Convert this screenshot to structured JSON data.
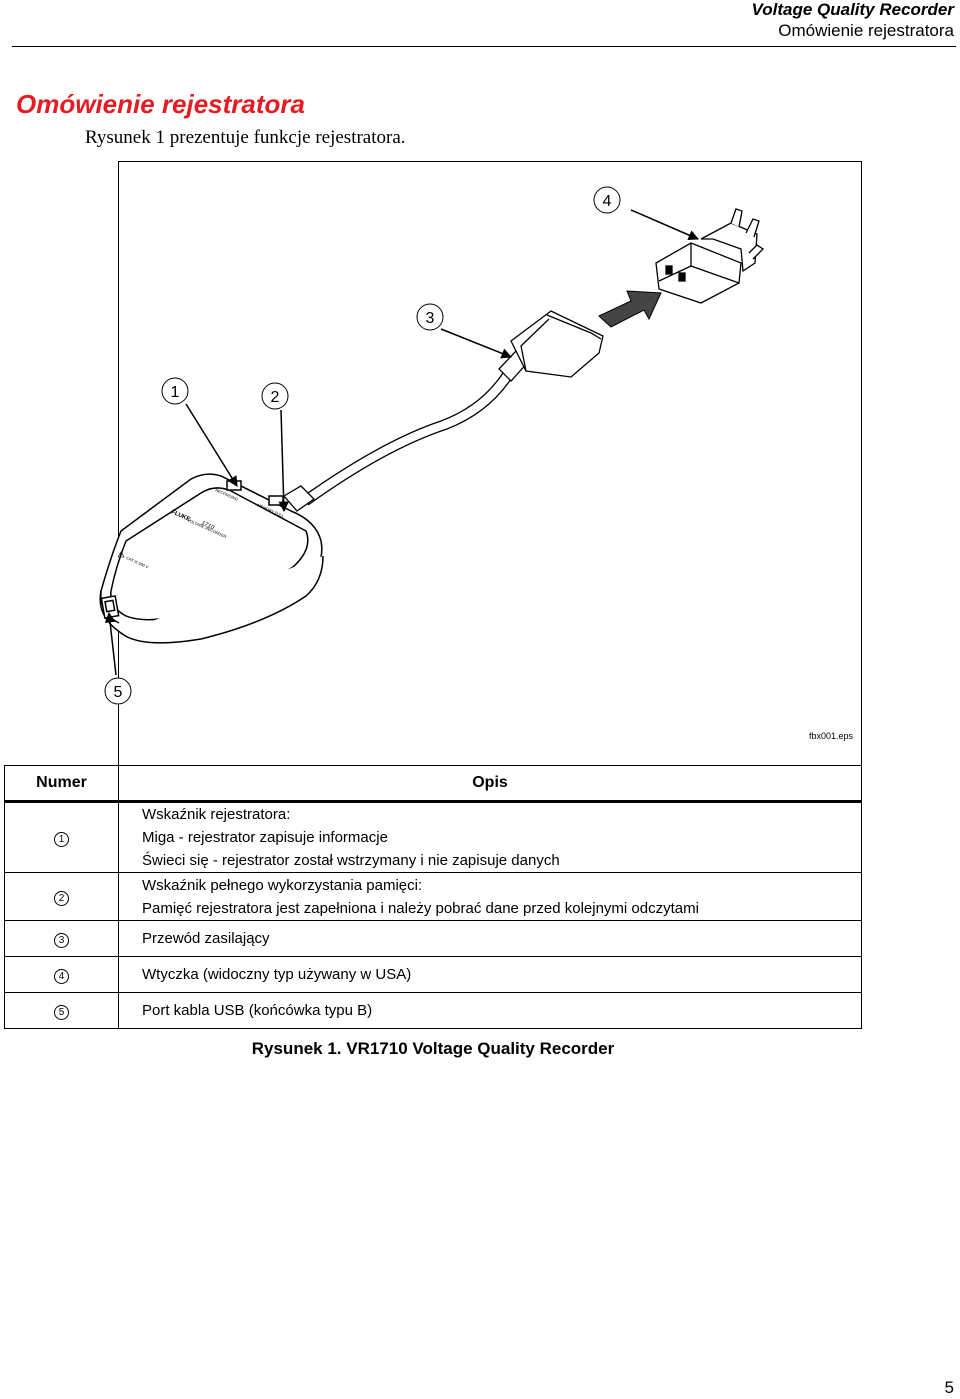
{
  "header": {
    "title": "Voltage Quality Recorder",
    "subtitle": "Omówienie rejestratora"
  },
  "section": {
    "title": "Omówienie rejestratora",
    "intro": "Rysunek 1 prezentuje funkcje rejestratora."
  },
  "figure": {
    "callouts": [
      "1",
      "2",
      "3",
      "4",
      "5"
    ],
    "device_labels": {
      "brand": "FLUKE",
      "model": "1710",
      "product": "VOLTAGE RECORDER",
      "led1": "RECORDING",
      "led2": "MEMORY FULL",
      "rating": "CAT III 300 V"
    },
    "file_id": "fbx001.eps"
  },
  "legend": {
    "headers": [
      "Numer",
      "Opis"
    ],
    "rows": [
      {
        "num": "1",
        "lines": [
          "Wskaźnik rejestratora:",
          "Miga - rejestrator zapisuje informacje",
          "Świeci się - rejestrator został wstrzymany i nie zapisuje danych"
        ]
      },
      {
        "num": "2",
        "lines": [
          "Wskaźnik pełnego wykorzystania pamięci:",
          "Pamięć rejestratora jest zapełniona i należy pobrać dane przed kolejnymi odczytami"
        ]
      },
      {
        "num": "3",
        "lines": [
          "Przewód zasilający"
        ]
      },
      {
        "num": "4",
        "lines": [
          "Wtyczka (widoczny typ używany w USA)"
        ]
      },
      {
        "num": "5",
        "lines": [
          "Port kabla USB (końcówka typu B)"
        ]
      }
    ]
  },
  "caption": "Rysunek 1. VR1710 Voltage Quality Recorder",
  "page_number": "5"
}
